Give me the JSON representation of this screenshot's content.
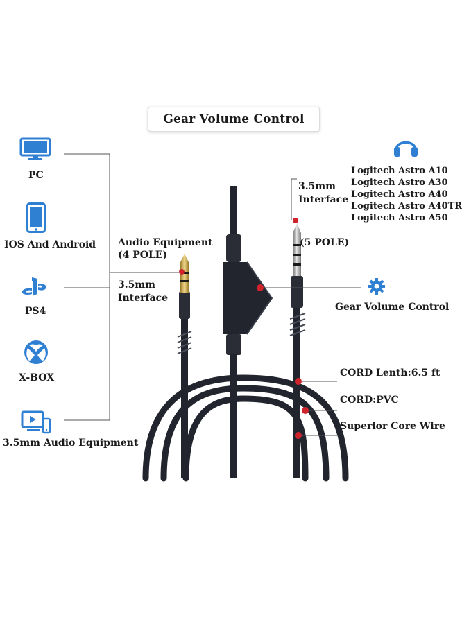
{
  "title": "Gear Volume Control",
  "devices": [
    {
      "label": "PC",
      "icon": "monitor-icon"
    },
    {
      "label": "IOS And Android",
      "icon": "smartphone-icon"
    },
    {
      "label": "PS4",
      "icon": "playstation-icon"
    },
    {
      "label": "X-BOX",
      "icon": "xbox-icon"
    },
    {
      "label": "3.5mm Audio Equipment",
      "icon": "media-device-icon"
    }
  ],
  "left_plug": {
    "equipment_line1": "Audio Equipment",
    "equipment_line2": "(4 POLE)",
    "interface_line1": "3.5mm",
    "interface_line2": "Interface"
  },
  "right_plug": {
    "interface_line1": "3.5mm",
    "interface_line2": "Interface",
    "pole": "(5 POLE)",
    "icon": "headphones-icon",
    "models": [
      "Logitech Astro A10",
      "Logitech Astro A30",
      "Logitech Astro A40",
      "Logitech Astro A40TR",
      "Logitech Astro A50"
    ]
  },
  "features": {
    "volume_control": "Gear Volume Control",
    "volume_icon": "gear-icon",
    "cord_length": "CORD Lenth:6.5 ft",
    "cord_material": "CORD:PVC",
    "core_wire": "Superior Core Wire"
  },
  "colors": {
    "icon_blue": "#2f7fd3",
    "cable": "#22252e",
    "marker_red": "#d0242c",
    "plug_gold": "#c9a24a"
  }
}
